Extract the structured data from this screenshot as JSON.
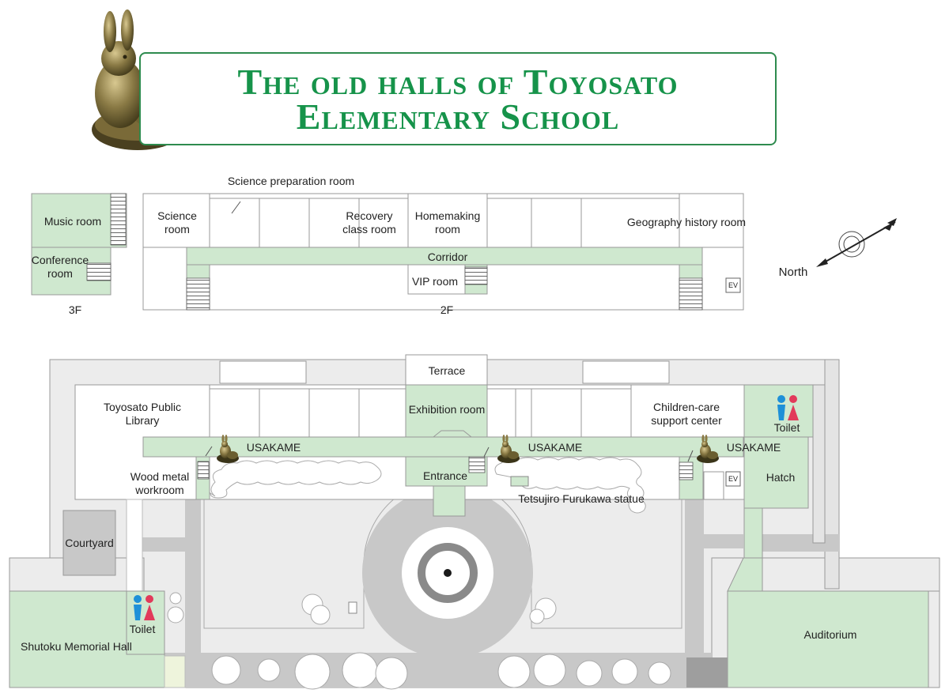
{
  "title": {
    "line1": "The old halls of Toyosato",
    "line2": "Elementary School"
  },
  "colors": {
    "title_green": "#16934a",
    "room_green": "#cfe8cf",
    "road_gray": "#c8c8c8",
    "building_gray": "#ececec",
    "toilet_male": "#1e90d8",
    "toilet_female": "#e23a5a"
  },
  "icons": {
    "mascot": "rabbit-turtle-statue-icon",
    "compass": "north-arrow-icon",
    "toilet": "toilet-icon",
    "stairs": "stairs-icon"
  },
  "floor3": {
    "label": "3F",
    "music_room": "Music room",
    "conference_room": "Conference room"
  },
  "floor2": {
    "label": "2F",
    "science_prep": "Science preparation room",
    "science_room": "Science room",
    "recovery_room": "Recovery class room",
    "homemaking_room": "Homemaking room",
    "geography_room": "Geography history room",
    "corridor": "Corridor",
    "vip_room": "VIP room",
    "ev": "EV"
  },
  "compass": {
    "label": "North"
  },
  "floor1": {
    "terrace": "Terrace",
    "library": "Toyosato Public Library",
    "exhibition": "Exhibition room",
    "childcare": "Children-care support center",
    "toilet_right": "Toilet",
    "usakame_left": "USAKAME",
    "usakame_mid": "USAKAME",
    "usakame_right": "USAKAME",
    "wood_metal": "Wood metal workroom",
    "entrance": "Entrance",
    "statue": "Tetsujiro Furukawa statue",
    "hatch": "Hatch",
    "ev": "EV",
    "courtyard": "Courtyard",
    "toilet_left": "Toilet",
    "shutoku": "Shutoku Memorial Hall",
    "auditorium": "Auditorium"
  }
}
